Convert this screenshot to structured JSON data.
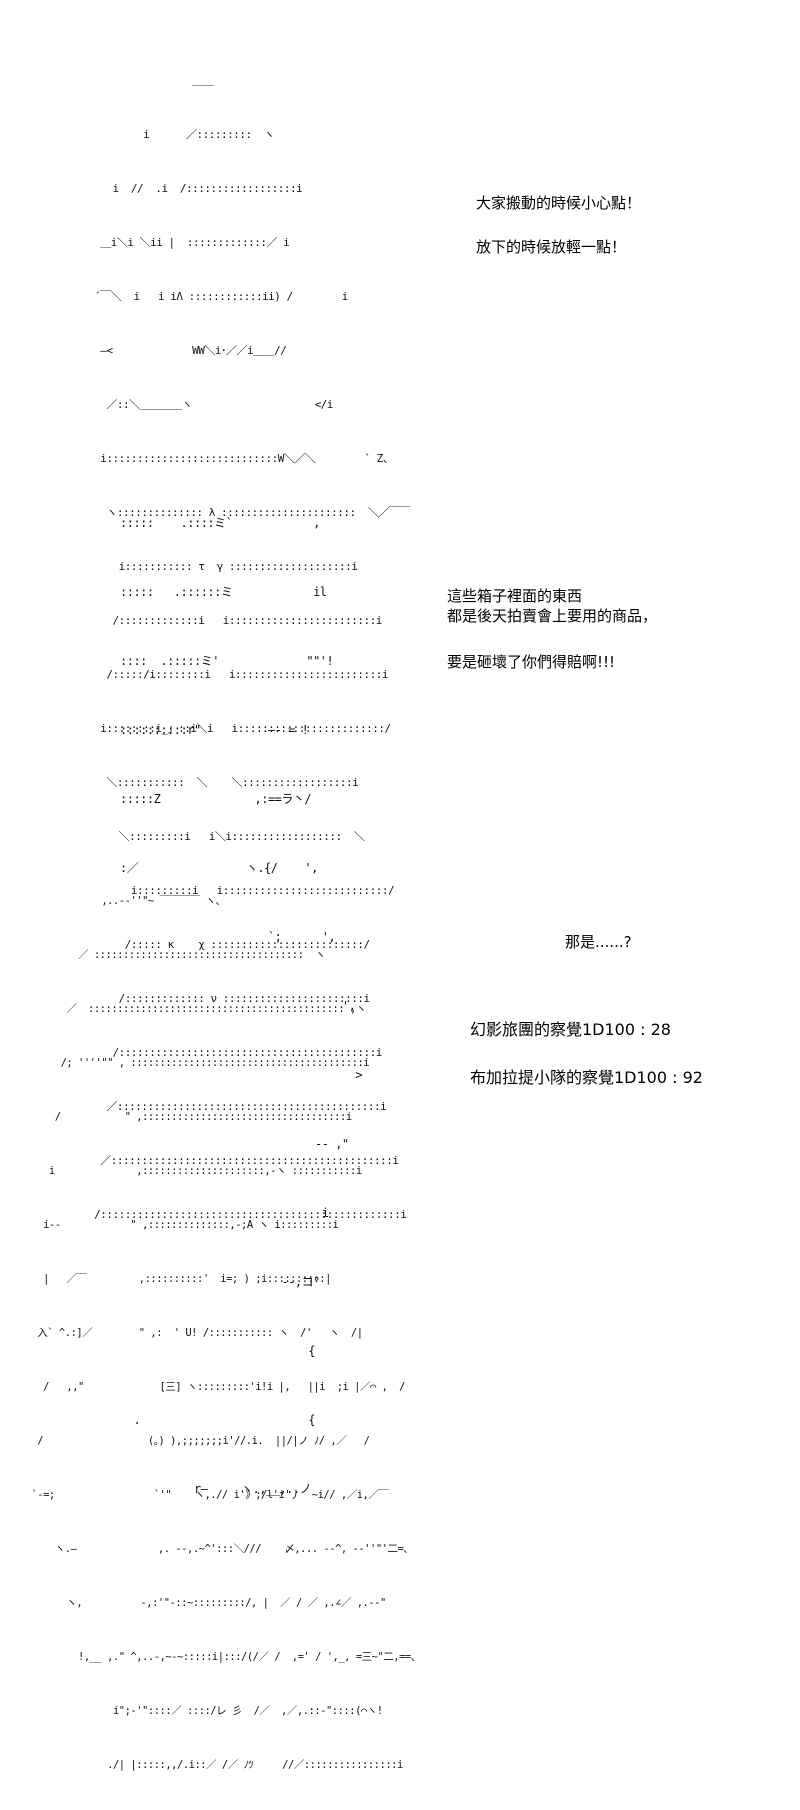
{
  "panels": [
    {
      "dialogue": [
        "大家搬動的時候小心點！",
        "",
        "放下的時候放輕一點！"
      ],
      "art": [
        "                 ＿＿",
        "         i      ／:::::::::  ヽ",
        "    i  //  .i  /::::::::::::::::::i",
        "  ＿i＼i ＼ii |  :::::::::::::／ i",
        " ´￣＼  i   i iΛ ::::::::::::ii) /        i",
        "  ―<             WW＼i･／／i＿＿//",
        "   ／::＼＿＿＿＿ヽ                    </i",
        "  i::::::::::::::::::::::::::::W＼／＼        ` Z、",
        "   ヽ:::::::::::::: λ ::::::::::::::::::::::  ＼／￣￣",
        "     i::::::::::: τ  γ ::::::::::::::::::::i",
        "    /:::::::::::::i   i::::::::::::::::::::::::i",
        "   /:::::/i::::::::i   i::::::::::::::::::::::::i",
        "  i::::::::i_」::i＼i   i::::::::::::::::::::::::/",
        "   ＼:::::::::::  ＼    ＼::::::::::::::::::i",
        "     ＼:::::::::i   i＼i::::::::::::::::::  ＼",
        "       i:::::::::i   i:::::::::::::::::::::::::::/",
        "      /::::: κ    χ :::::::::::::::::::::::::/",
        "     /::::::::::::: ν :::::::::::::::::::::::i",
        "    /::::::::::::::::::::::::::::::::::::::::::i",
        "   ／:::::::::::::::::::::::::::::::::::::::::::i",
        "  ／::::::::::::::::::::::::::::::::::::::::::::::i",
        " /:::::::::::::::::::::::::::::::::::::::::::::::::i"
      ]
    },
    {
      "dialogue": [
        "這些箱子裡面的東西",
        "都是後天拍賣會上要用的商品，",
        "",
        "要是砸壞了你們得賠啊!!!"
      ],
      "art": [
        ":::::    .::::ミ`            ,",
        ":::::   .::::::ミ            il",
        "::::  .:::::ミ'             \"\"'!",
        "::::::::::r\"          ―‐ = !",
        ":::::Z              ,:==ラ丶/",
        ":／                ヽ.{/    ',",
        "                      `;      ',",
        "                                 ',",
        "                                   >",
        "                             ‐‐ ,\"",
        "                              i",
        "                        ‐‐,コ\"",
        "                            {",
        "  .                         {",
        "           r―     ヽ.,__,..ノ"
      ]
    },
    {
      "dialogue_top": "那是......?",
      "dialogue": [
        "幻影旅團的察覺1D100 : 28",
        "",
        "布加拉提小隊的察覺1D100 : 92"
      ],
      "art": [
        "               ,..-‐''\"~ ￣￣￣￣ ヽ、",
        "           ／ ::::::::::::::::::::::::::::::::::::  ヽ",
        "         ／  :::::::::::::::::::::::::::::::::::::::::::: ,ヽ",
        "        /; ''''\"\" , ::::::::::::::::::::::::::::::::::::::::i",
        "       /           \" ,:::::::::::::::::::::::::::::::::::i",
        "      i              ,:::::::::::::::::::::,-ヽ :::::::::::i",
        "     i‐‐            \" ,::::::::::::::,‐;A ヽ i:::::::::i",
        "     |   ／￣         ,::::::::::'  i=; ) ;i::::::::::|",
        "    入` ^.:]／        \" ,:  ' U! /::::::::::: ヽ  /'   ヽ  /|",
        "     /   ,,\"             [三] ヽ:::::::::'i!i |,   ||i  ;i |／⌒ ,  /",
        "    /                  (。) ),;;;;;;;i'//.i.  ||/|ノ ﾉ/ ,／   /",
        "   `‐=;                 `'\"    ヽ,.// i'》;/l'i'丿  ~i// ,／i,／￣",
        "       ヽ.―              ,. ‐-,.~^':::＼///    〆,... ‐‐^, ‐‐''\"'二=、",
        "         ヽ,          ‐,:'\"‐::~:::::::::/, |  ／ / ／ ,.∠／ ,.‐‐\"",
        "           !,__ ,.\" ^,..‐,~‐~:::::i|:::/(/／ /  ,=' / ',_, =三~\"二,==、",
        "                 i\";‐'\"::::／ ::::/レ 彡  /／  ,／,.::‐\"::::(⌒ヽ!",
        "                ./| |:::::,,/.i::／ /／ ﾉﾂ     //／::::::::::::::::i"
      ]
    }
  ]
}
